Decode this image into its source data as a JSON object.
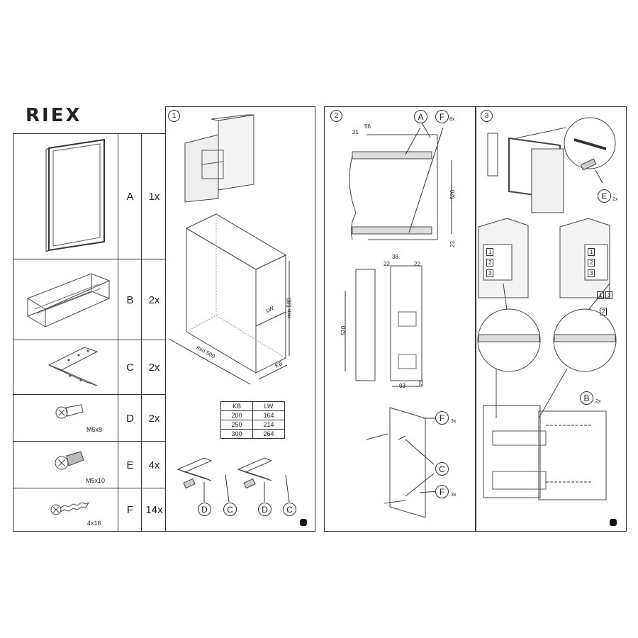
{
  "brand": {
    "logo": "RIEX"
  },
  "parts": [
    {
      "letter": "A",
      "qty": "1x",
      "caption": ""
    },
    {
      "letter": "B",
      "qty": "2x",
      "caption": ""
    },
    {
      "letter": "C",
      "qty": "2x",
      "caption": ""
    },
    {
      "letter": "D",
      "qty": "2x",
      "caption": "M5x8"
    },
    {
      "letter": "E",
      "qty": "4x",
      "caption": "M5x10"
    },
    {
      "letter": "F",
      "qty": "14x",
      "caption": "4x16"
    }
  ],
  "step1": {
    "number": "1",
    "dim_lw": "LW",
    "dim_height": "min 580",
    "dim_depth": "min 500",
    "dim_kb": "KB",
    "table": {
      "headers": [
        "KB",
        "LW"
      ],
      "rows": [
        [
          "200",
          "164"
        ],
        [
          "250",
          "214"
        ],
        [
          "300",
          "264"
        ]
      ]
    },
    "callouts": [
      "D",
      "C",
      "D",
      "C"
    ]
  },
  "step2": {
    "number": "2",
    "callout_a": "A",
    "callout_f": "F",
    "callout_f_qty": "8x",
    "dims_top": [
      "21",
      "56",
      "520",
      "23"
    ],
    "dims_side": [
      "38",
      "22",
      "22",
      "520",
      "93",
      "23"
    ],
    "callout_f2": "F",
    "callout_f2_qty": "3x",
    "callout_c": "C",
    "callout_f3": "F",
    "callout_f3_qty": "3x"
  },
  "step3": {
    "number": "3",
    "callout_e": "E",
    "callout_e_qty": "2x",
    "callout_b": "B",
    "callout_b_qty": "2x",
    "legend": [
      "1",
      "2",
      "3"
    ],
    "legend_small": [
      "1",
      "3",
      "2"
    ]
  }
}
